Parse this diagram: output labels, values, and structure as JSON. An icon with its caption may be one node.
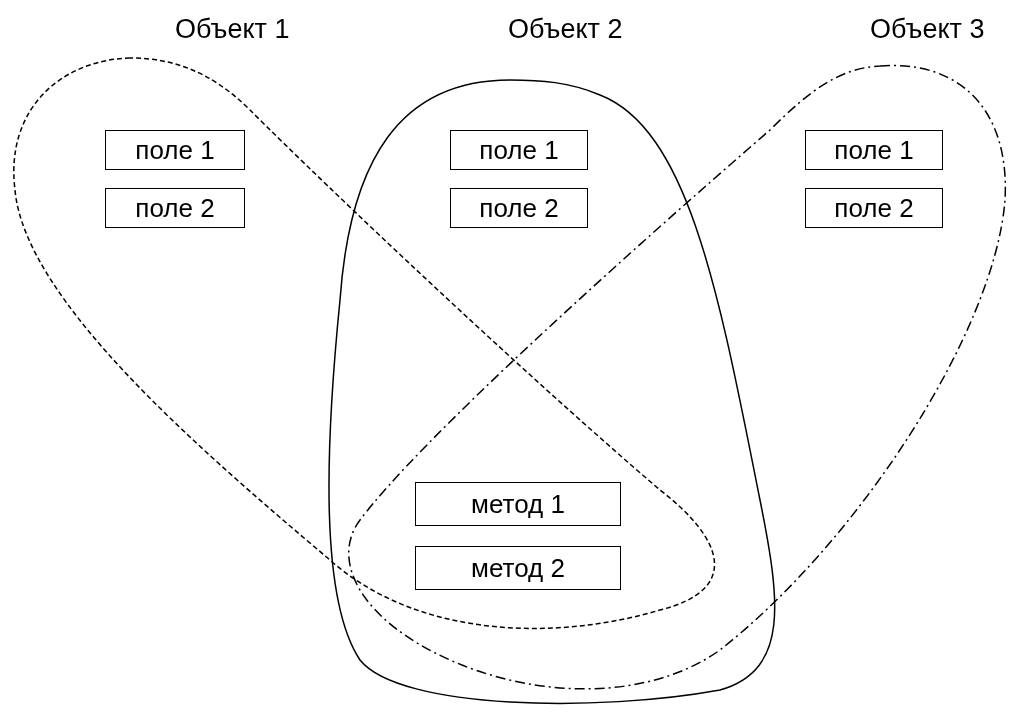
{
  "diagram": {
    "nodes": [
      {
        "text": [
          "Объект 1"
        ]
      },
      {
        "text": [
          "поле 1"
        ],
        "in": 0
      },
      {
        "text": [
          "поле 2"
        ],
        "in": 0
      },
      {
        "text": [
          "Объект 2"
        ]
      },
      {
        "text": [
          "поле 1"
        ],
        "in": 3
      },
      {
        "text": [
          "поле 2"
        ],
        "in": 3
      },
      {
        "text": [
          "Объект 3"
        ]
      },
      {
        "text": [
          "поле 1"
        ],
        "in": 6
      },
      {
        "text": [
          "поле 2"
        ],
        "in": 6
      },
      {
        "text": [
          "метод 1"
        ]
      },
      {
        "text": [
          "метод 2"
        ]
      }
    ]
  }
}
